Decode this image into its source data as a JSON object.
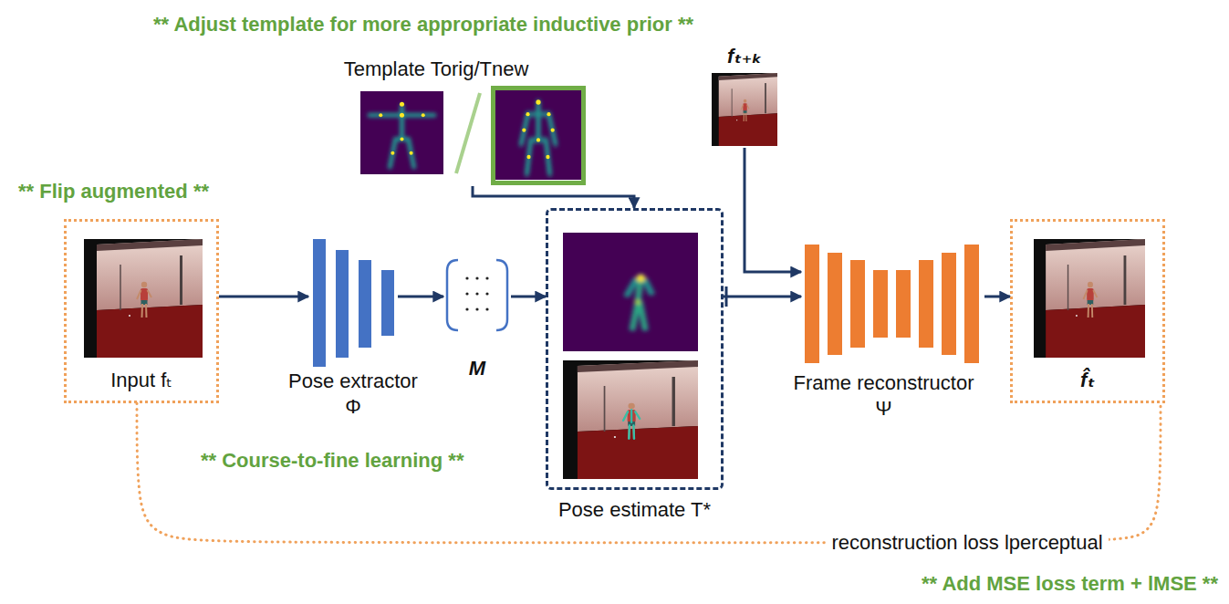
{
  "diagram": {
    "nodes": [
      {
        "text": [
          "Input fₜ"
        ]
      },
      {
        "text": [
          "Template Torig/Tnew"
        ]
      },
      {
        "text": [
          "Pose extractor Φ"
        ]
      },
      {
        "text": [
          "M"
        ]
      },
      {
        "text": [
          "Pose estimate T*"
        ]
      },
      {
        "text": [
          "fₜ₊ₖ"
        ]
      },
      {
        "text": [
          "Frame reconstructor Ψ"
        ]
      },
      {
        "text": [
          "f̂ₜ"
        ]
      }
    ],
    "edges": [
      {
        "from": 0,
        "to": 2,
        "arrow": "to"
      },
      {
        "from": 2,
        "to": 3,
        "arrow": "to"
      },
      {
        "from": 3,
        "to": 4,
        "arrow": "to"
      },
      {
        "from": 1,
        "to": 4,
        "arrow": "to"
      },
      {
        "from": 4,
        "to": 6,
        "arrow": "to"
      },
      {
        "from": 5,
        "to": 6,
        "arrow": "to"
      },
      {
        "from": 6,
        "to": 7,
        "arrow": "to"
      },
      {
        "from": 0,
        "to": 7,
        "label": "reconstruction loss lperceptual",
        "arrow": "none"
      }
    ],
    "labels": [
      "** Adjust template for more appropriate inductive prior **",
      "** Flip augmented **",
      "** Course-to-fine learning **",
      "** Add MSE loss term + lMSE **"
    ]
  }
}
